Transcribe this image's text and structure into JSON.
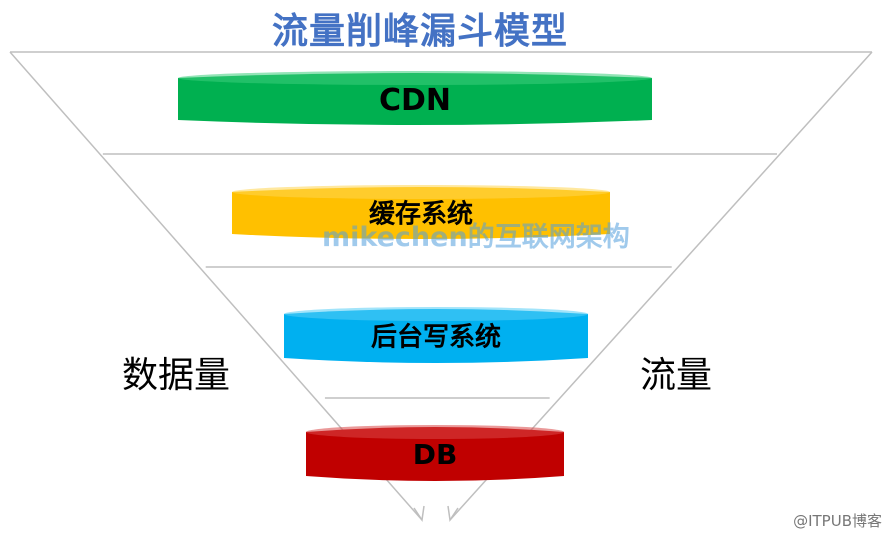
{
  "title": "流量削峰漏斗模型",
  "layers": [
    {
      "label": "CDN",
      "color": "#00b050",
      "highlight": "#3ccd7c"
    },
    {
      "label": "缓存系统",
      "color": "#ffc000",
      "highlight": "#ffd650"
    },
    {
      "label": "后台写系统",
      "color": "#00b0f0",
      "highlight": "#55cdf6"
    },
    {
      "label": "DB",
      "color": "#c00000",
      "highlight": "#d94545"
    }
  ],
  "left_label": "数据量",
  "right_label": "流量",
  "watermark": "mikechen的互联网架构",
  "credit": "@ITPUB博客",
  "line_color": "#bfbfbf"
}
